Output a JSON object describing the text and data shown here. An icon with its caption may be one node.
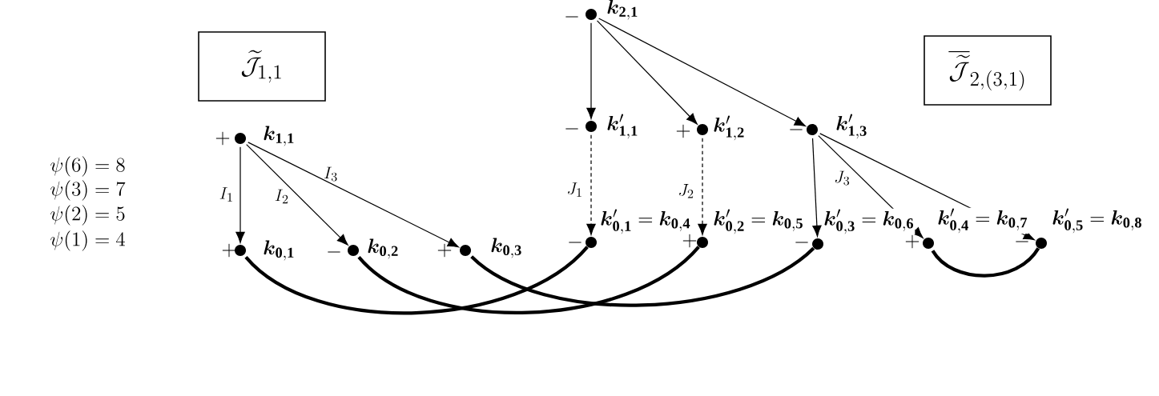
{
  "diagram": {
    "nodes": [
      {
        "text": [
          "\\widetilde{\\mathcal{J}}_{1,1}"
        ]
      },
      {
        "text": [
          "\\overline{\\widetilde{\\mathcal{J}}}_{2,(3,1)}"
        ]
      },
      {
        "text": [],
        "shape": "circle",
        "beside": [
          "+",
          "\\bm{k}_{\\mathbf{1,1}}"
        ]
      },
      {
        "text": [],
        "shape": "circle",
        "beside": [
          "+",
          "\\bm{k}_{\\mathbf{0,1}}"
        ]
      },
      {
        "text": [],
        "shape": "circle",
        "beside": [
          "-",
          "\\bm{k}_{\\mathbf{0,2}}"
        ]
      },
      {
        "text": [],
        "shape": "circle",
        "beside": [
          "+",
          "\\bm{k}_{\\mathbf{0,3}}"
        ]
      },
      {
        "text": [],
        "shape": "circle",
        "beside": [
          "-",
          "\\bm{k}_{\\mathbf{2,1}}"
        ]
      },
      {
        "text": [],
        "shape": "circle",
        "beside": [
          "-",
          "\\bm{k}'_{\\mathbf{1,1}}"
        ]
      },
      {
        "text": [],
        "shape": "circle",
        "beside": [
          "+",
          "\\bm{k}'_{\\mathbf{1,2}}"
        ]
      },
      {
        "text": [],
        "shape": "circle",
        "beside": [
          "-",
          "\\bm{k}'_{\\mathbf{1,3}}"
        ]
      },
      {
        "text": [],
        "shape": "circle",
        "beside": [
          "-",
          "\\bm{k}'_{\\mathbf{0,1}} = \\bm{k}_{\\mathbf{0,4}}"
        ]
      },
      {
        "text": [],
        "shape": "circle",
        "beside": [
          "+",
          "\\bm{k}'_{\\mathbf{0,2}} = \\bm{k}_{\\mathbf{0,5}}"
        ]
      },
      {
        "text": [],
        "shape": "circle",
        "beside": [
          "-",
          "\\bm{k}'_{\\mathbf{0,3}} = \\bm{k}_{\\mathbf{0,6}}"
        ]
      },
      {
        "text": [],
        "shape": "circle",
        "beside": [
          "+",
          "\\bm{k}'_{\\mathbf{0,4}} = \\bm{k}_{\\mathbf{0,7}}"
        ]
      },
      {
        "text": [],
        "shape": "circle",
        "beside": [
          "-",
          "\\bm{k}'_{\\mathbf{0,5}} = \\bm{k}_{\\mathbf{0,8}}"
        ]
      }
    ],
    "edges": [
      {
        "from": 2,
        "to": 3,
        "arrow": "to",
        "label": "I_1"
      },
      {
        "from": 2,
        "to": 4,
        "arrow": "to",
        "label": "I_2"
      },
      {
        "from": 2,
        "to": 5,
        "arrow": "to",
        "label": "I_3"
      },
      {
        "from": 6,
        "to": 7,
        "arrow": "to"
      },
      {
        "from": 6,
        "to": 8,
        "arrow": "to"
      },
      {
        "from": 6,
        "to": 9,
        "arrow": "to"
      },
      {
        "from": 7,
        "to": 10,
        "arrow": "to",
        "label": "J_1",
        "style": "dashed"
      },
      {
        "from": 8,
        "to": 11,
        "arrow": "to",
        "label": "J_2",
        "style": "dashed"
      },
      {
        "from": 9,
        "to": 12,
        "arrow": "to"
      },
      {
        "from": 9,
        "to": 13,
        "arrow": "to",
        "label": "J_3"
      },
      {
        "from": 9,
        "to": 14,
        "arrow": "to"
      },
      {
        "from": 3,
        "to": 10,
        "arrow": "none",
        "style": "thick"
      },
      {
        "from": 4,
        "to": 11,
        "arrow": "none",
        "style": "thick"
      },
      {
        "from": 5,
        "to": 12,
        "arrow": "none",
        "style": "thick"
      },
      {
        "from": 13,
        "to": 14,
        "arrow": "none",
        "style": "thick"
      }
    ],
    "labels": [
      "\\psi(6) = 8",
      "\\psi(3) = 7",
      "\\psi(2) = 5",
      "\\psi(1) = 4"
    ]
  }
}
